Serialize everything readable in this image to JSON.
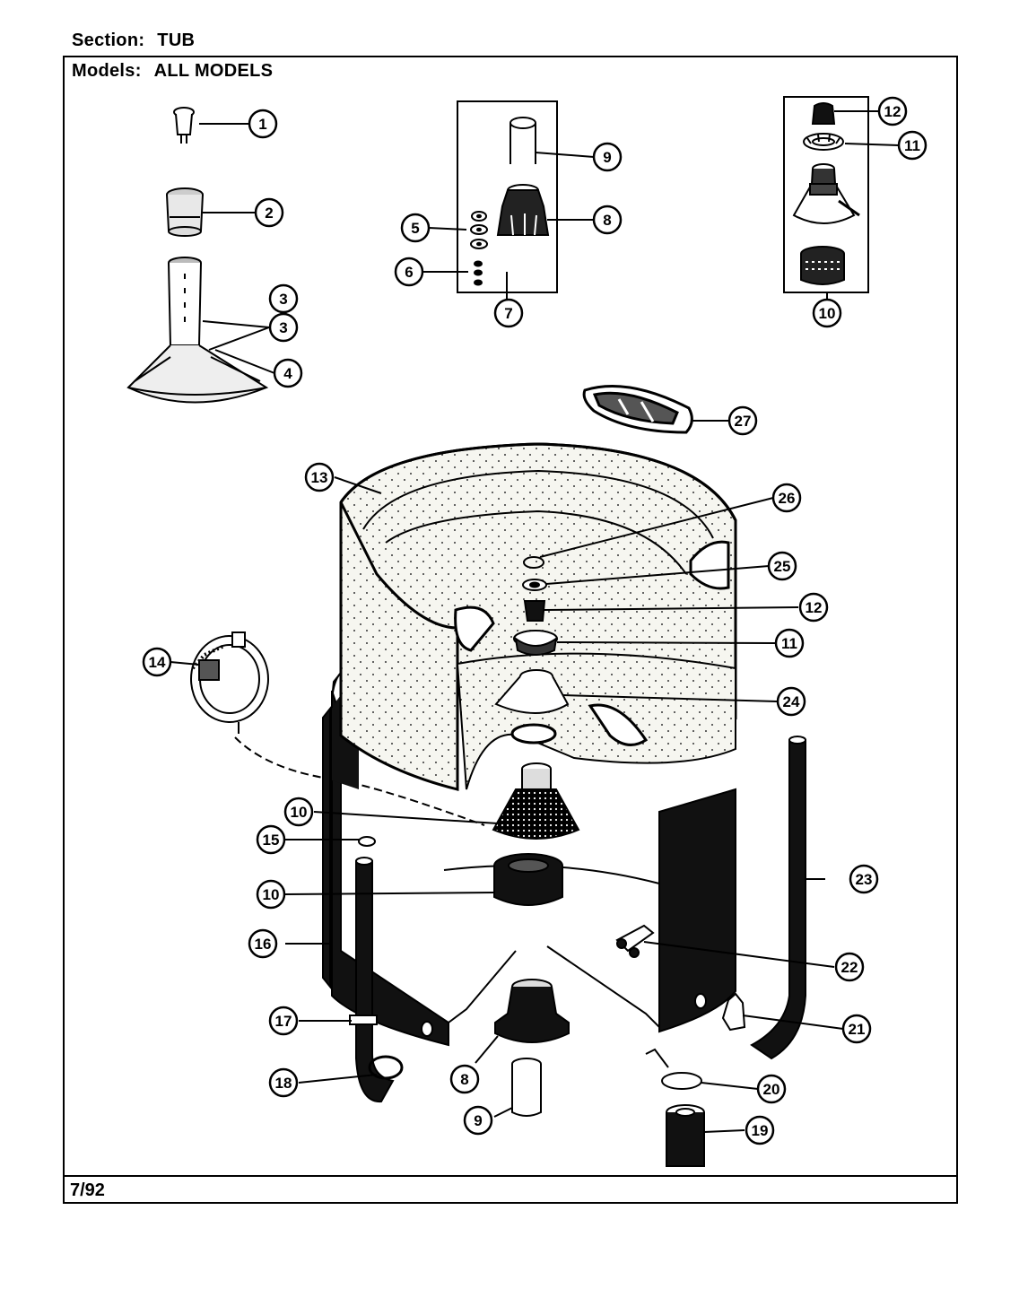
{
  "header": {
    "section_label": "Section:",
    "section_value": "TUB",
    "models_label": "Models:",
    "models_value": "ALL MODELS"
  },
  "footer": {
    "date": "7/92"
  },
  "callouts": [
    "1",
    "2",
    "3",
    "3",
    "4",
    "5",
    "6",
    "7",
    "8",
    "9",
    "10",
    "11",
    "12",
    "13",
    "14",
    "10",
    "15",
    "10",
    "16",
    "17",
    "18",
    "8",
    "9",
    "20",
    "19",
    "21",
    "22",
    "23",
    "24",
    "11",
    "12",
    "25",
    "26",
    "27"
  ]
}
